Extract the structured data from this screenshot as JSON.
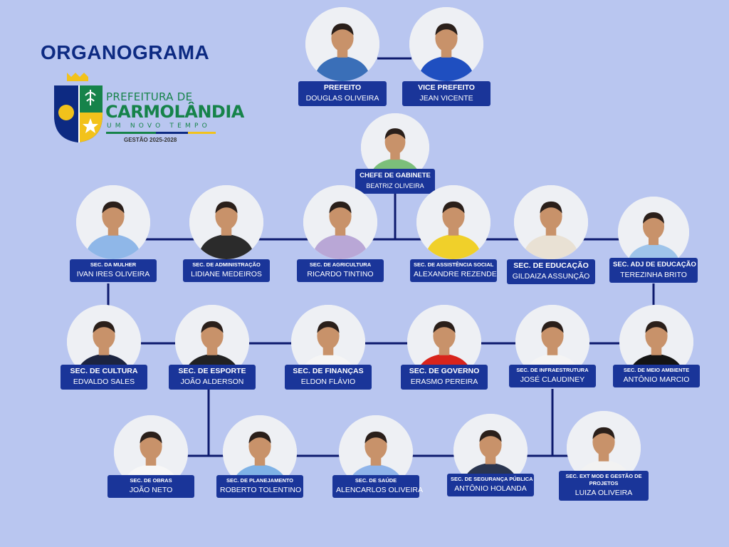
{
  "title": "ORGANOGRAMA",
  "logo": {
    "line1": "PREFEITURA DE",
    "line2": "CARMOLÂNDIA",
    "line3": "UM NOVO TEMPO",
    "line4": "GESTÃO 2025-2028",
    "colors": {
      "blue": "#0d2a82",
      "yellow": "#f2c21b",
      "green": "#16834a"
    }
  },
  "colors": {
    "background": "#b9c6f0",
    "label": "#1a3599",
    "line": "#0d1a6e",
    "title": "#0d2a82"
  },
  "people": [
    {
      "id": "prefeito",
      "role": "PREFEITO",
      "name": "DOUGLAS OLIVEIRA",
      "shirt": "#3a6fb8"
    },
    {
      "id": "vice-prefeito",
      "role": "VICE PREFEITO",
      "name": "JEAN VICENTE",
      "shirt": "#1f4fc0"
    },
    {
      "id": "chefe-gabinete",
      "role": "CHEFE DE GABINETE",
      "name": "BEATRIZ OLIVEIRA",
      "shirt": "#7cbf7a"
    },
    {
      "id": "sec-mulher",
      "role": "SEC. DA MULHER",
      "name": "IVAN IRES OLIVEIRA",
      "shirt": "#8fb7e8"
    },
    {
      "id": "sec-administracao",
      "role": "SEC. DE ADMINISTRAÇÃO",
      "name": "LIDIANE MEDEIROS",
      "shirt": "#2b2b2b"
    },
    {
      "id": "sec-agricultura",
      "role": "SEC. DE AGRICULTURA",
      "name": "RICARDO TINTINO",
      "shirt": "#b9a7d6"
    },
    {
      "id": "sec-assistencia",
      "role": "SEC. DE ASSISTÊNCIA SOCIAL",
      "name": "ALEXANDRE REZENDE",
      "shirt": "#f0d02a"
    },
    {
      "id": "sec-educacao",
      "role": "SEC. DE EDUCAÇÃO",
      "name": "GILDAIZA ASSUNÇÃO",
      "shirt": "#e9e1d4"
    },
    {
      "id": "sec-adj-educacao",
      "role": "SEC. ADJ DE EDUCAÇÃO",
      "name": "TEREZINHA BRITO",
      "shirt": "#9ec4ea"
    },
    {
      "id": "sec-cultura",
      "role": "SEC. DE CULTURA",
      "name": "EDVALDO SALES",
      "shirt": "#1c2440"
    },
    {
      "id": "sec-esporte",
      "role": "SEC. DE ESPORTE",
      "name": "JOÃO ALDERSON",
      "shirt": "#222222"
    },
    {
      "id": "sec-financas",
      "role": "SEC. DE FINANÇAS",
      "name": "ELDON FLÁVIO",
      "shirt": "#f5f5f5"
    },
    {
      "id": "sec-governo",
      "role": "SEC. DE GOVERNO",
      "name": "ERASMO PEREIRA",
      "shirt": "#d8241c"
    },
    {
      "id": "sec-infraestrutura",
      "role": "SEC. DE INFRAESTRUTURA",
      "name": "JOSÉ CLAUDINEY",
      "shirt": "#f4f4f4"
    },
    {
      "id": "sec-meio-ambiente",
      "role": "SEC. DE MEIO AMBIENTE",
      "name": "ANTÔNIO MARCIO",
      "shirt": "#141414"
    },
    {
      "id": "sec-obras",
      "role": "SEC. DE OBRAS",
      "name": "JOÃO NETO",
      "shirt": "#f7f7f7"
    },
    {
      "id": "sec-planejamento",
      "role": "SEC. DE PLANEJAMENTO",
      "name": "ROBERTO TOLENTINO",
      "shirt": "#7fb2e6"
    },
    {
      "id": "sec-saude",
      "role": "SEC. DE SAÚDE",
      "name": "ALENCARLOS OLIVEIRA",
      "shirt": "#8fb4ea"
    },
    {
      "id": "sec-seguranca",
      "role": "SEC. DE SEGURANÇA PÚBLICA",
      "name": "ANTÔNIO HOLANDA",
      "shirt": "#2a3550"
    },
    {
      "id": "sec-ext-mod",
      "role": "SEC. EXT MOD E GESTÃO DE PROJETOS",
      "name": "LUIZA OLIVEIRA",
      "shirt": "#f2f2f2"
    }
  ]
}
